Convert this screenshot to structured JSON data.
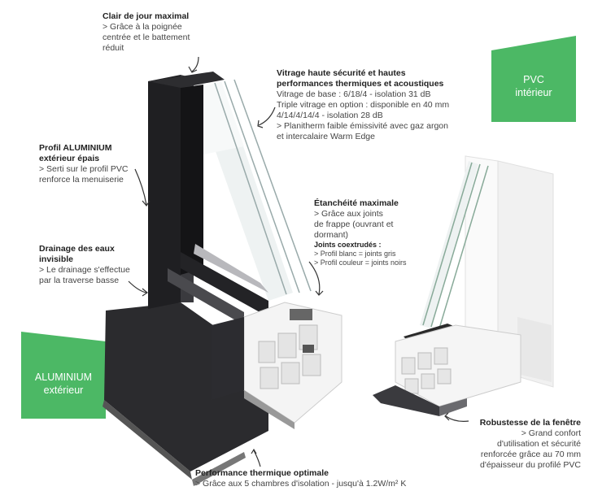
{
  "annotations": {
    "clair": {
      "title": "Clair de jour maximal",
      "lines": [
        "> Grâce à la poignée",
        "centrée et le battement",
        "réduit"
      ]
    },
    "vitrage": {
      "title_lines": [
        "Vitrage haute sécurité et hautes",
        "performances thermiques et acoustiques"
      ],
      "lines": [
        "Vitrage de base : 6/18/4 - isolation 31 dB",
        "Triple vitrage en option : disponible en 40 mm",
        "4/14/4/14/4 - isolation 28 dB",
        "> Planitherm faible émissivité avec gaz argon",
        "et intercalaire Warm Edge"
      ]
    },
    "profil": {
      "title_lines": [
        "Profil ALUMINIUM",
        "extérieur épais"
      ],
      "lines": [
        "> Serti sur le profil PVC",
        "renforce la menuiserie"
      ]
    },
    "etancheite": {
      "title": "Étanchéité maximale",
      "lines": [
        "> Grâce aux joints",
        "de frappe (ouvrant et",
        "dormant)"
      ],
      "sub_title": "Joints coextrudés :",
      "sub_lines": [
        "> Profil blanc = joints gris",
        "> Profil couleur = joints noirs"
      ]
    },
    "drainage": {
      "title_lines": [
        "Drainage des eaux",
        "invisible"
      ],
      "lines": [
        "> Le drainage s'effectue",
        "par la traverse basse"
      ]
    },
    "robustesse": {
      "title": "Robustesse de la fenêtre",
      "lines": [
        "> Grand confort",
        "d'utilisation et sécurité",
        "renforcée grâce au 70 mm",
        "d'épaisseur du profilé PVC"
      ]
    },
    "performance": {
      "title": "Performance thermique optimale",
      "line": "> Grâce aux 5 chambres d'isolation - jusqu'à 1.2W/m² K"
    }
  },
  "tags": {
    "pvc": {
      "line1": "PVC",
      "line2": "intérieur",
      "color": "#4cb865"
    },
    "alu": {
      "line1": "ALUMINIUM",
      "line2": "extérieur",
      "color": "#4cb865"
    }
  }
}
